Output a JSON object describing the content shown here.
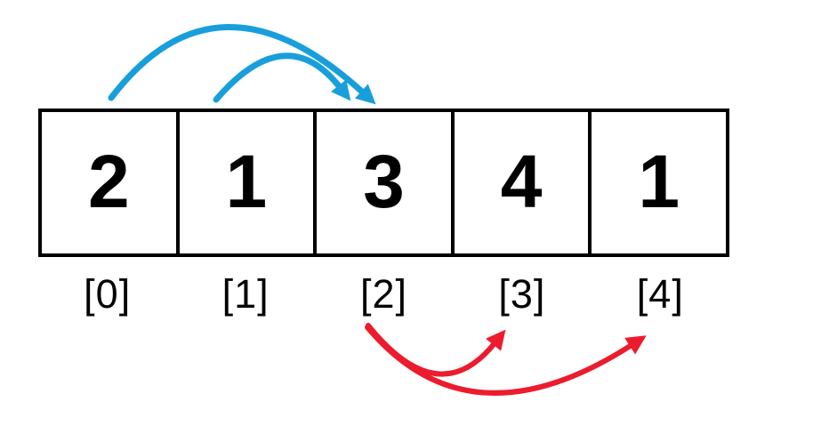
{
  "diagram": {
    "type": "array-index-diagram",
    "cells": [
      {
        "value": "2",
        "index": "[0]"
      },
      {
        "value": "1",
        "index": "[1]"
      },
      {
        "value": "3",
        "index": "[2]"
      },
      {
        "value": "4",
        "index": "[3]"
      },
      {
        "value": "1",
        "index": "[4]"
      }
    ],
    "arrows": [
      {
        "color": "blue",
        "from_index": 0,
        "to_index": 2,
        "position": "above-array"
      },
      {
        "color": "blue",
        "from_index": 1,
        "to_index": 2,
        "position": "above-array"
      },
      {
        "color": "red",
        "from_index": 2,
        "to_index": 3,
        "position": "below-array"
      },
      {
        "color": "red",
        "from_index": 2,
        "to_index": 4,
        "position": "below-array"
      }
    ],
    "colors": {
      "arrow_blue": "#189FDB",
      "arrow_red": "#EC1B2D",
      "border": "#000000",
      "background": "#FFFFFF"
    }
  }
}
